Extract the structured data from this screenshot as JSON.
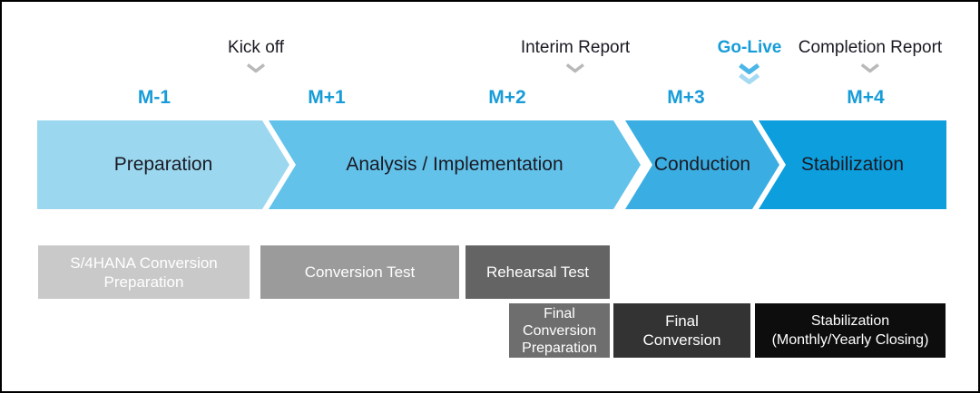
{
  "timeline": {
    "milestones": [
      {
        "label": "Kick off"
      },
      {
        "label": "Interim Report"
      },
      {
        "label": "Go-Live",
        "highlight": true
      },
      {
        "label": "Completion Report"
      }
    ],
    "months": [
      {
        "label": "M-1"
      },
      {
        "label": "M+1"
      },
      {
        "label": "M+2"
      },
      {
        "label": "M+3"
      },
      {
        "label": "M+4"
      }
    ]
  },
  "phases": [
    {
      "label": "Preparation",
      "color": "#9bd8f0"
    },
    {
      "label": "Analysis / Implementation",
      "color": "#62c2ea"
    },
    {
      "label": "Conduction",
      "color": "#3aaee3"
    },
    {
      "label": "Stabilization",
      "color": "#0d9ede"
    }
  ],
  "tasks": [
    {
      "label": "S/4HANA Conversion\nPreparation",
      "color": "#c9c9c9"
    },
    {
      "label": "Conversion Test",
      "color": "#9b9b9b"
    },
    {
      "label": "Rehearsal Test",
      "color": "#646464"
    },
    {
      "label": "Final\nConversion\nPreparation",
      "color": "#6e6e6e"
    },
    {
      "label": "Final\nConversion",
      "color": "#333333"
    },
    {
      "label": "Stabilization\n(Monthly/Yearly Closing)",
      "color": "#0d0d0d"
    }
  ],
  "colors": {
    "accent_blue": "#189cd8",
    "text_dark": "#1a1a23",
    "phase_text": "#1a1a23",
    "task_text": "#ffffff",
    "chevron_gray": "#b9b9b9",
    "go_live_chevron_top": "#4cb6e8",
    "go_live_chevron_bottom": "#a6daf3"
  }
}
